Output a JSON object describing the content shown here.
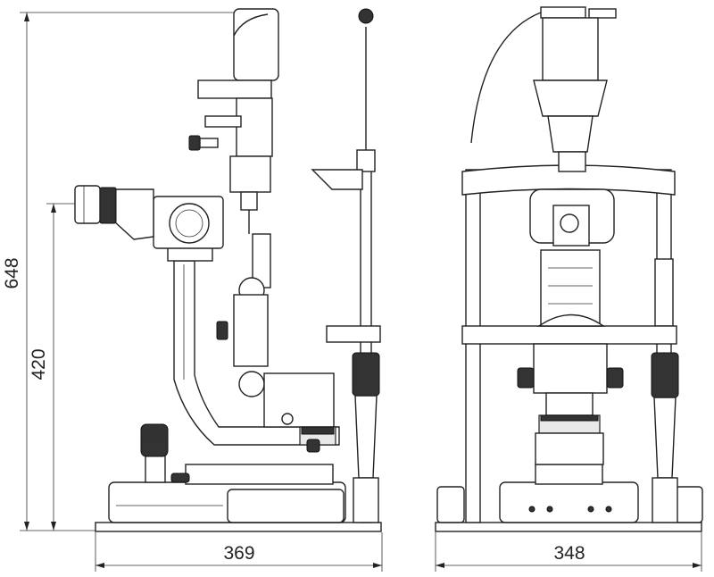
{
  "dimensions": {
    "overall_height": "648",
    "eyepiece_height": "420",
    "side_depth": "369",
    "front_width": "348"
  },
  "colors": {
    "line": "#222222",
    "shade": "#e9e9e9",
    "dark": "#333333",
    "background": "#ffffff"
  }
}
